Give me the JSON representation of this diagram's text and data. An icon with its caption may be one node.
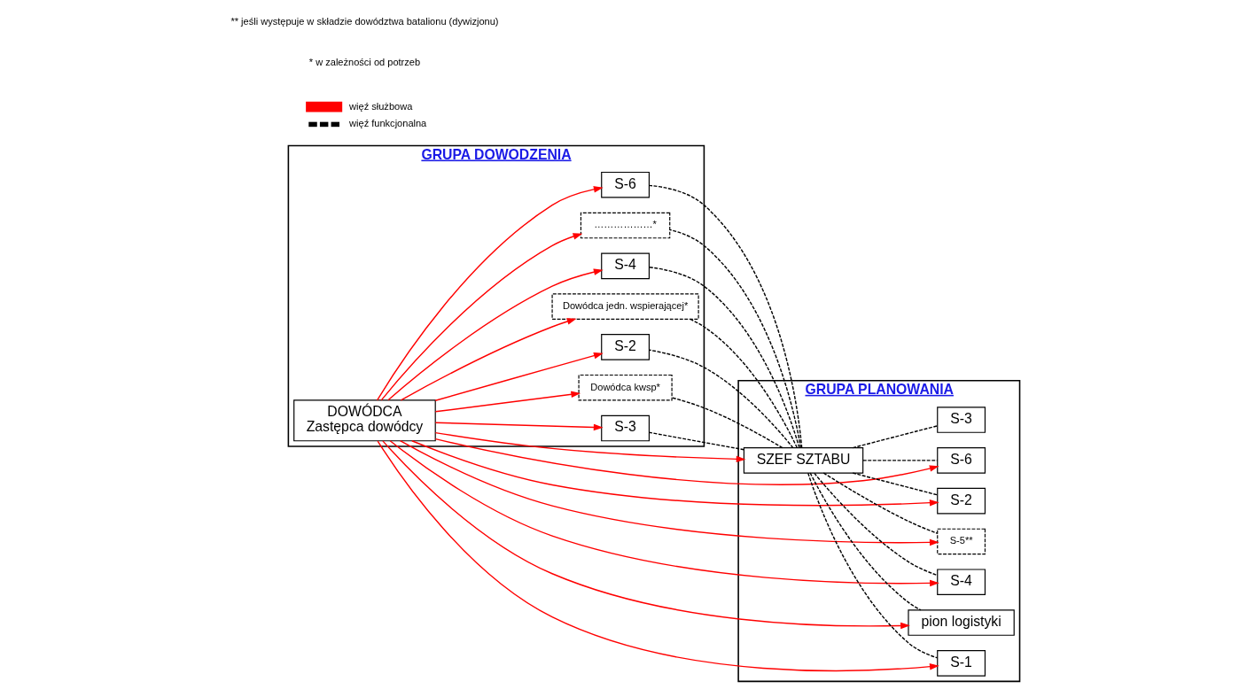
{
  "diagram": {
    "nodes": [
      {
        "text": [
          "GRUPA DOWODZENIA"
        ]
      },
      {
        "text": [
          "DOWÓDCA",
          "Zastępca dowódcy"
        ],
        "in": 0
      },
      {
        "text": [
          "S-3"
        ],
        "in": 0
      },
      {
        "text": [
          "Dowódca kwsp*"
        ],
        "in": 0
      },
      {
        "text": [
          "S-2"
        ],
        "in": 0
      },
      {
        "text": [
          "Dowódca jedn. wspierającej*"
        ],
        "in": 0
      },
      {
        "text": [
          "S-4"
        ],
        "in": 0
      },
      {
        "text": [
          "………………*"
        ],
        "in": 0
      },
      {
        "text": [
          "S-6"
        ],
        "in": 0
      },
      {
        "text": [
          "GRUPA PLANOWANIA"
        ]
      },
      {
        "text": [
          "SZEF SZTABU"
        ],
        "in": 9
      },
      {
        "text": [
          "S-3"
        ],
        "in": 9
      },
      {
        "text": [
          "S-6"
        ],
        "in": 9
      },
      {
        "text": [
          "S-2"
        ],
        "in": 9
      },
      {
        "text": [
          "S-5**"
        ],
        "in": 9
      },
      {
        "text": [
          "S-4"
        ],
        "in": 9
      },
      {
        "text": [
          "pion logistyki"
        ],
        "in": 9
      },
      {
        "text": [
          "S-1"
        ],
        "in": 9
      }
    ],
    "edges": [
      {
        "from": 1,
        "to": 2,
        "arrow": "to",
        "color": "#ff0000"
      },
      {
        "from": 1,
        "to": 3,
        "arrow": "to",
        "color": "#ff0000"
      },
      {
        "from": 1,
        "to": 4,
        "arrow": "to",
        "color": "#ff0000"
      },
      {
        "from": 1,
        "to": 5,
        "arrow": "to",
        "color": "#ff0000"
      },
      {
        "from": 1,
        "to": 6,
        "arrow": "to",
        "color": "#ff0000"
      },
      {
        "from": 1,
        "to": 7,
        "arrow": "to",
        "color": "#ff0000"
      },
      {
        "from": 1,
        "to": 8,
        "arrow": "to",
        "color": "#ff0000"
      },
      {
        "from": 1,
        "to": 10,
        "arrow": "to",
        "color": "#ff0000"
      },
      {
        "from": 1,
        "to": 12,
        "arrow": "to",
        "color": "#ff0000"
      },
      {
        "from": 1,
        "to": 13,
        "arrow": "to",
        "color": "#ff0000"
      },
      {
        "from": 1,
        "to": 14,
        "arrow": "to",
        "color": "#ff0000"
      },
      {
        "from": 1,
        "to": 15,
        "arrow": "to",
        "color": "#ff0000"
      },
      {
        "from": 1,
        "to": 16,
        "arrow": "to",
        "color": "#ff0000"
      },
      {
        "from": 1,
        "to": 17,
        "arrow": "to",
        "color": "#ff0000"
      },
      {
        "from": 10,
        "to": 2,
        "arrow": "none",
        "style": "dashed",
        "color": "#000000"
      },
      {
        "from": 10,
        "to": 3,
        "arrow": "none",
        "style": "dashed",
        "color": "#000000"
      },
      {
        "from": 10,
        "to": 4,
        "arrow": "none",
        "style": "dashed",
        "color": "#000000"
      },
      {
        "from": 10,
        "to": 5,
        "arrow": "none",
        "style": "dashed",
        "color": "#000000"
      },
      {
        "from": 10,
        "to": 6,
        "arrow": "none",
        "style": "dashed",
        "color": "#000000"
      },
      {
        "from": 10,
        "to": 7,
        "arrow": "none",
        "style": "dashed",
        "color": "#000000"
      },
      {
        "from": 10,
        "to": 8,
        "arrow": "none",
        "style": "dashed",
        "color": "#000000"
      },
      {
        "from": 10,
        "to": 11,
        "arrow": "none",
        "style": "dashed",
        "color": "#000000"
      },
      {
        "from": 10,
        "to": 12,
        "arrow": "none",
        "style": "dashed",
        "color": "#000000"
      },
      {
        "from": 10,
        "to": 13,
        "arrow": "none",
        "style": "dashed",
        "color": "#000000"
      },
      {
        "from": 10,
        "to": 14,
        "arrow": "none",
        "style": "dashed",
        "color": "#000000"
      },
      {
        "from": 10,
        "to": 15,
        "arrow": "none",
        "style": "dashed",
        "color": "#000000"
      },
      {
        "from": 10,
        "to": 16,
        "arrow": "none",
        "style": "dashed",
        "color": "#000000"
      },
      {
        "from": 10,
        "to": 17,
        "arrow": "none",
        "style": "dashed",
        "color": "#000000"
      }
    ],
    "labels": [
      "* w zależności od potrzeb",
      "** jeśli występuje w składzie dowództwa batalionu (dywizjonu)"
    ],
    "legend": [
      {
        "text": "więź służbowa"
      },
      {
        "text": "więź funkcjonalna"
      }
    ]
  }
}
